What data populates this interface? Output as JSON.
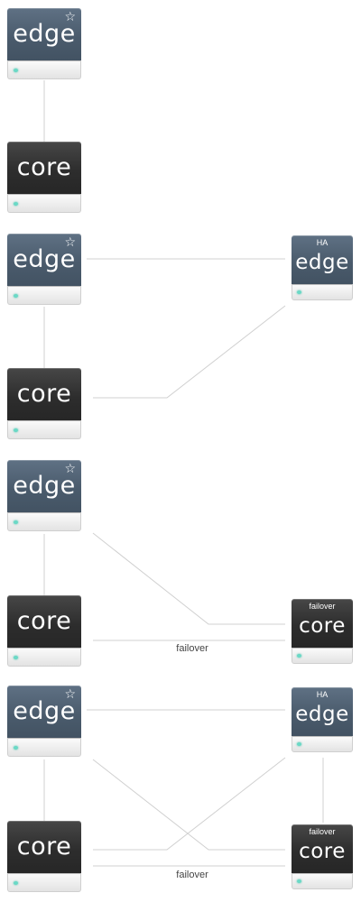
{
  "labels": {
    "edge": "edge",
    "core": "core"
  },
  "captions": {
    "ha": "HA",
    "failover": "failover"
  },
  "link_label": "failover",
  "colors": {
    "edge": "#4a5b6c",
    "core": "#2d2d2d",
    "line": "#d0d0d0",
    "led": "#6ad9c6"
  },
  "icons": {
    "primary_marker": "star-outline-icon",
    "status_light": "status-led-icon"
  },
  "scenarios": [
    {
      "name": "edge-core",
      "nodes": [
        "primary edge",
        "core"
      ],
      "links": [
        "edge to core"
      ]
    },
    {
      "name": "ha-edge",
      "nodes": [
        "primary edge",
        "core",
        "HA edge"
      ],
      "links": [
        "edge to core",
        "edge to HA edge",
        "core to HA edge"
      ]
    },
    {
      "name": "failover-core",
      "nodes": [
        "primary edge",
        "core",
        "failover core"
      ],
      "links": [
        "edge to core",
        "edge to failover core",
        "core to failover core (failover)"
      ]
    },
    {
      "name": "ha-edge-failover-core",
      "nodes": [
        "primary edge",
        "core",
        "HA edge",
        "failover core"
      ],
      "links": [
        "edge to core",
        "edge to HA edge",
        "edge to failover core",
        "core to HA edge",
        "core to failover core (failover)",
        "HA edge to failover core"
      ]
    }
  ]
}
